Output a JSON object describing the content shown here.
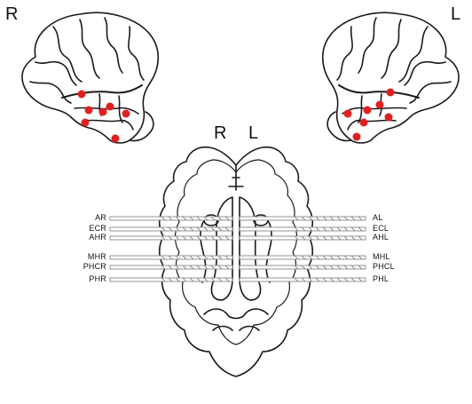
{
  "hemisphere_labels": {
    "right": "R",
    "left": "L",
    "axial_right": "R",
    "axial_left": "L"
  },
  "electrodes": {
    "right": [
      {
        "label": "AR"
      },
      {
        "label": "ECR"
      },
      {
        "label": "AHR"
      },
      {
        "label": "MHR"
      },
      {
        "label": "PHCR"
      },
      {
        "label": "PHR"
      }
    ],
    "left": [
      {
        "label": "AL"
      },
      {
        "label": "ECL"
      },
      {
        "label": "AHL"
      },
      {
        "label": "MHL"
      },
      {
        "label": "PHCL"
      },
      {
        "label": "PHL"
      }
    ]
  },
  "colors": {
    "contact_dot": "#e02020",
    "line": "#1a1a1a",
    "probe": "#888888"
  }
}
